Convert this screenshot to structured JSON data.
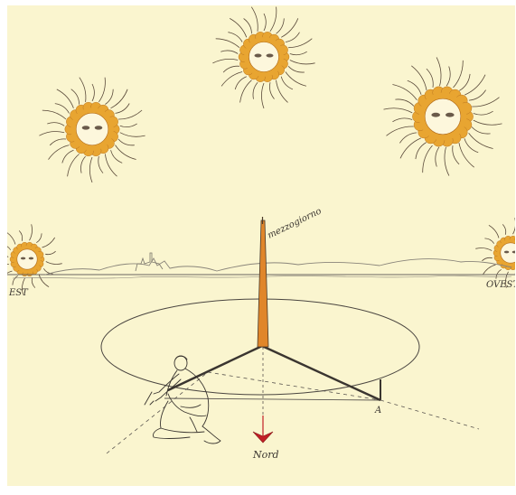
{
  "labels": {
    "est": "EST",
    "ovest": "OVEST",
    "mezzogiorno": "mezzogiorno",
    "nord": "Nord",
    "point_a": "A"
  },
  "colors": {
    "paper": "#faf5cf",
    "ink": "#4a4540",
    "sun_fill": "#e8a531",
    "sun_face": "#fdf7dc",
    "gnomon": "#e0862a",
    "arrow": "#c21f26",
    "hills": "#8a857a"
  }
}
